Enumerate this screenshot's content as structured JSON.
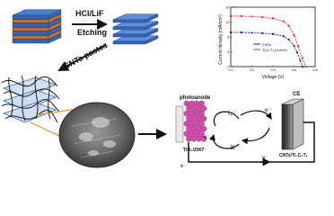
{
  "steps": {
    "etching_label_1": "HCl/LiF",
    "etching_label_2": "Etching",
    "paste_label": "CNTs pastes"
  },
  "chart": {
    "ylabel": "Current density (mA/cm²)",
    "xlabel": "Voltage (V)",
    "legend": [
      "CNTs",
      "Ti₃C₂Tₓ (5 wt%)"
    ],
    "series_colors": [
      "#1a2a8a",
      "#e0302a"
    ]
  },
  "chart_data": {
    "type": "line",
    "xlabel": "Voltage (V)",
    "ylabel": "Current density (mA/cm²)",
    "xlim": [
      0.0,
      0.8
    ],
    "ylim": [
      0,
      16
    ],
    "x_ticks": [
      "0.0",
      "0.2",
      "0.4",
      "0.6",
      "0.8"
    ],
    "y_ticks": [
      "0",
      "4",
      "8",
      "12",
      "16"
    ],
    "series": [
      {
        "name": "CNTs",
        "x": [
          0.0,
          0.1,
          0.2,
          0.3,
          0.4,
          0.5,
          0.55,
          0.6,
          0.63,
          0.66,
          0.68
        ],
        "y": [
          9.2,
          9.2,
          9.1,
          9.0,
          8.8,
          8.2,
          7.3,
          5.6,
          3.8,
          1.6,
          0
        ]
      },
      {
        "name": "Ti₃C₂Tₓ (5 wt%)",
        "x": [
          0.0,
          0.1,
          0.2,
          0.3,
          0.4,
          0.5,
          0.55,
          0.6,
          0.64,
          0.68,
          0.71
        ],
        "y": [
          13.6,
          13.6,
          13.5,
          13.3,
          13.0,
          12.2,
          11.0,
          8.5,
          5.5,
          2.3,
          0
        ]
      }
    ]
  },
  "cell": {
    "photoanode_label": "photoanode",
    "ce_label": "CE",
    "photoanode_material": "TiO₂/Z907",
    "ce_material": "CNTs/Ti₃C₂Tₓ",
    "iodide_top": "I₃⁻",
    "iodide_bottom": "3I⁻",
    "electron_label": "e⁻"
  }
}
